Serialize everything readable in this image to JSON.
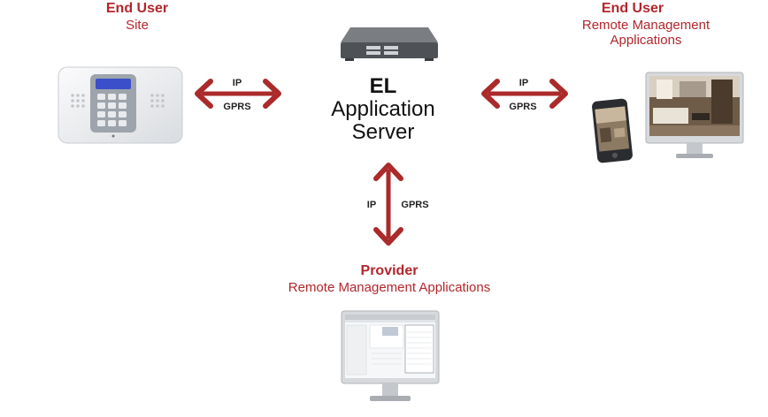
{
  "colors": {
    "accent_red": "#b3262c",
    "arrow_red": "#ab2a2a",
    "text_dark": "#111111",
    "device_white": "#f1f2f4",
    "keypad_gray": "#9ea4ab",
    "lcd_blue": "#3a4fc9",
    "server_gray": "#5b5e63"
  },
  "icons": {
    "server": "server-icon",
    "alarm_panel": "alarm-panel-icon",
    "phone": "smartphone-icon",
    "monitor": "monitor-icon"
  },
  "left_node": {
    "title": "End User",
    "subtitle": "Site"
  },
  "right_node": {
    "title": "End User",
    "subtitle_line1": "Remote Management",
    "subtitle_line2": "Applications"
  },
  "center_node": {
    "line1": "EL",
    "line2": "Application",
    "line3": "Server"
  },
  "bottom_node": {
    "title": "Provider",
    "subtitle": "Remote Management Applications"
  },
  "arrows": {
    "left": {
      "top": "IP",
      "bottom": "GPRS"
    },
    "right": {
      "top": "IP",
      "bottom": "GPRS"
    },
    "vertical": {
      "left": "IP",
      "right": "GPRS"
    }
  }
}
